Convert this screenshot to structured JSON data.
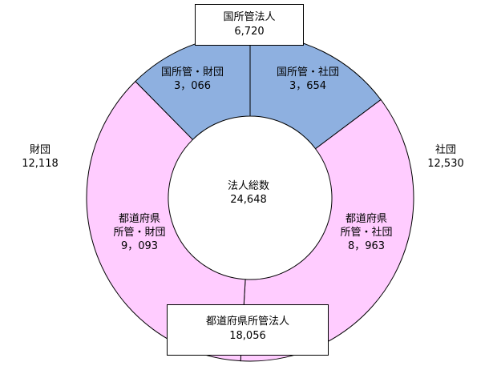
{
  "chart_data": {
    "type": "donut",
    "total_label": "法人総数",
    "total_value": "24,648",
    "segments": [
      {
        "name": "国所管・社団",
        "value": 3654,
        "value_label": "3，654",
        "color": "#8eb0e0"
      },
      {
        "name": "都道府県所管・社団",
        "value": 8963,
        "value_label": "8，963",
        "color": "#ffccff"
      },
      {
        "name": "都道府県所管・財団",
        "value": 9093,
        "value_label": "9，093",
        "color": "#ffccff"
      },
      {
        "name": "国所管・財団",
        "value": 3066,
        "value_label": "3，066",
        "color": "#8eb0e0"
      }
    ],
    "groups": {
      "national": {
        "label": "国所管法人",
        "value": "6,720"
      },
      "prefectural": {
        "label": "都道府県所管法人",
        "value": "18,056"
      },
      "shadan": {
        "label": "社団",
        "value": "12,530"
      },
      "zaidan": {
        "label": "財団",
        "value": "12,118"
      }
    },
    "segment_labels": {
      "nat_shadan": {
        "line1": "国所管・社団",
        "line2": "3，654"
      },
      "nat_zaidan": {
        "line1": "国所管・財団",
        "line2": "3，066"
      },
      "pref_shadan": {
        "line1": "都道府県",
        "line2": "所管・社団",
        "line3": "8，963"
      },
      "pref_zaidan": {
        "line1": "都道府県",
        "line2": "所管・財団",
        "line3": "9，093"
      }
    }
  }
}
